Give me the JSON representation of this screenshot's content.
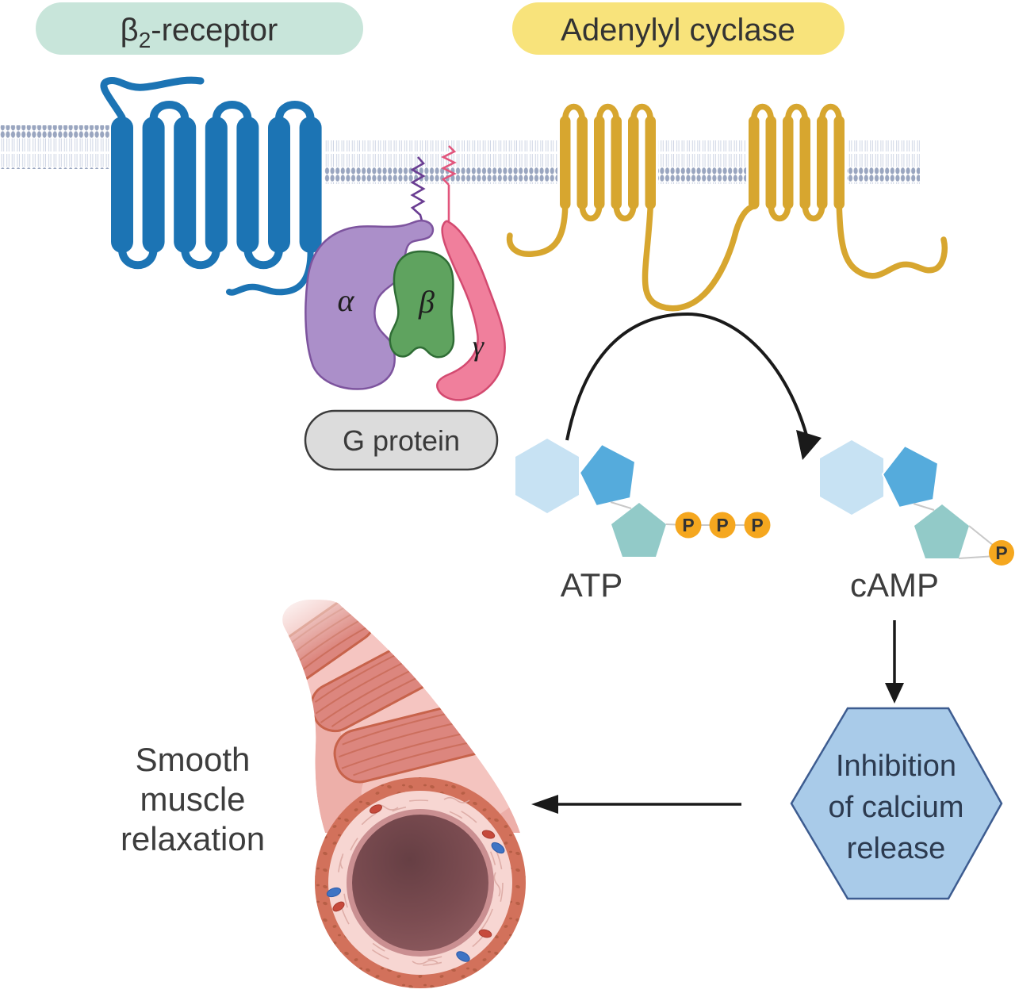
{
  "labels": {
    "receptor_pill": {
      "beta": "β",
      "sub": "2",
      "suffix": "-receptor"
    },
    "adenylyl_pill": "Adenylyl cyclase",
    "g_protein": "G protein",
    "alpha": "α",
    "beta": "β",
    "gamma": "γ",
    "atp": "ATP",
    "camp": "cAMP",
    "phosphate": "P",
    "inhibition": {
      "l1": "Inhibition",
      "l2": "of calcium",
      "l3": "release"
    },
    "smooth": {
      "l1": "Smooth",
      "l2": "muscle",
      "l3": "relaxation"
    }
  },
  "colors": {
    "receptor_blue": "#1c74b4",
    "cyclase_yellow": "#d7a62f",
    "pill_mint": "#c8e5da",
    "pill_yellow": "#f8e37b",
    "pill_gray": "#dcdcdc",
    "alpha_purple": "#ab8fc9",
    "alpha_outline": "#7d549e",
    "beta_green": "#5fa35f",
    "beta_outline": "#2f6d35",
    "gamma_pink": "#f07f9c",
    "gamma_outline": "#d34a70",
    "membrane_head": "#9aa6c0",
    "membrane_tail": "#cdd4e3",
    "adenine_hex": "#c7e2f3",
    "adenine_pentagon": "#55abdc",
    "ribose_teal": "#92cac8",
    "phosphate_orange": "#f5a71f",
    "bond_gray": "#c8c8c8",
    "hexagon_fill": "#a9cbe9",
    "hexagon_stroke": "#3d5c90",
    "arrow_black": "#1a1a1a",
    "vessel_band": "#dc867e",
    "vessel_band_edge": "#c7634b",
    "vessel_tube": "#edafa9",
    "vessel_highlight": "#f6cbc7",
    "vessel_ring_outer": "#d2715b",
    "vessel_speckle": "#b05a41",
    "vessel_ring_pink": "#f7d6d2",
    "vessel_rim": "#ca8f91",
    "vessel_lumen": "#8f5c60",
    "cell_red": "#c64a3c",
    "cell_blue": "#3f74c4"
  }
}
